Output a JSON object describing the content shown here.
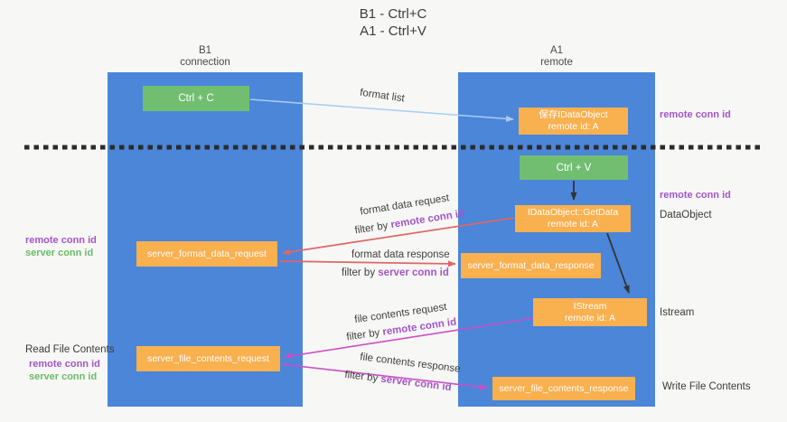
{
  "title": {
    "line1": "B1 - Ctrl+C",
    "line2": "A1 - Ctrl+V"
  },
  "columns": {
    "b1": {
      "name": "B1",
      "subtitle": "connection"
    },
    "a1": {
      "name": "A1",
      "subtitle": "remote"
    }
  },
  "boxes": {
    "ctrl_c": {
      "label": "Ctrl + C"
    },
    "ctrl_v": {
      "label": "Ctrl + V"
    },
    "save_dataobject": {
      "line1": "保存IDataObject",
      "line2": "remote id: A"
    },
    "getdata": {
      "line1": "IDataObject::GetData",
      "line2": "remote id: A"
    },
    "istream": {
      "line1": "IStream",
      "line2": "remote id: A"
    },
    "server_format_data_request": {
      "label": "server_format_data_request"
    },
    "server_format_data_response": {
      "label": "server_format_data_response"
    },
    "server_file_contents_request": {
      "label": "server_file_contents_request"
    },
    "server_file_contents_response": {
      "label": "server_file_contents_response"
    }
  },
  "side_labels": {
    "right_remote_conn_id_top": "remote conn id",
    "right_remote_conn_id_mid": "remote conn id",
    "dataobject": "DataObject",
    "istream": "Istream",
    "write_file_contents": "Write File Contents",
    "left_remote_conn_id_top": "remote conn id",
    "left_server_conn_id_top": "server conn id",
    "read_file_contents": "Read File Contents",
    "left_remote_conn_id_bottom": "remote conn id",
    "left_server_conn_id_bottom": "server conn id"
  },
  "flow_labels": {
    "format_list": "format list",
    "format_data_request": "format data request",
    "format_data_response": "format data response",
    "file_contents_request": "file contents request",
    "file_contents_response": "file contents response",
    "filter_by": "filter by",
    "remote_conn_id": "remote conn id",
    "server_conn_id": "server conn id"
  },
  "colors": {
    "lifeline_blue": "#4b86d9",
    "box_green": "#71be71",
    "box_orange": "#f9b04f",
    "arrow_red": "#e06666",
    "arrow_magenta": "#cb4ec6",
    "arrow_lightblue": "#a9cdf1",
    "arrow_black": "#333333",
    "text_purple": "#a455c8",
    "text_green": "#67bd67"
  }
}
